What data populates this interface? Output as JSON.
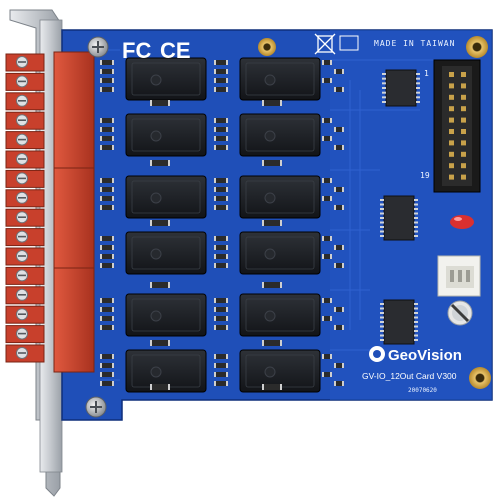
{
  "board": {
    "marking_fc": "FC",
    "marking_ce": "CE",
    "made_in": "MADE IN TAIWAN",
    "brand": "GeoVision",
    "model": "GV-IO_12Out Card V300",
    "serial": "20070620",
    "header_pin_1": "1",
    "header_pin_19": "19"
  },
  "relays": {
    "count": 12
  },
  "terminal_block": {
    "count": 16
  },
  "colors": {
    "pcb": "#1f4fb8",
    "pcb_dark": "#173e98",
    "bracket": "#c9ccd1",
    "terminal": "#c8402c",
    "relay": "#1c1f24",
    "chip": "#2a2c30",
    "led": "#d93030",
    "header": "#1a1a1a"
  }
}
